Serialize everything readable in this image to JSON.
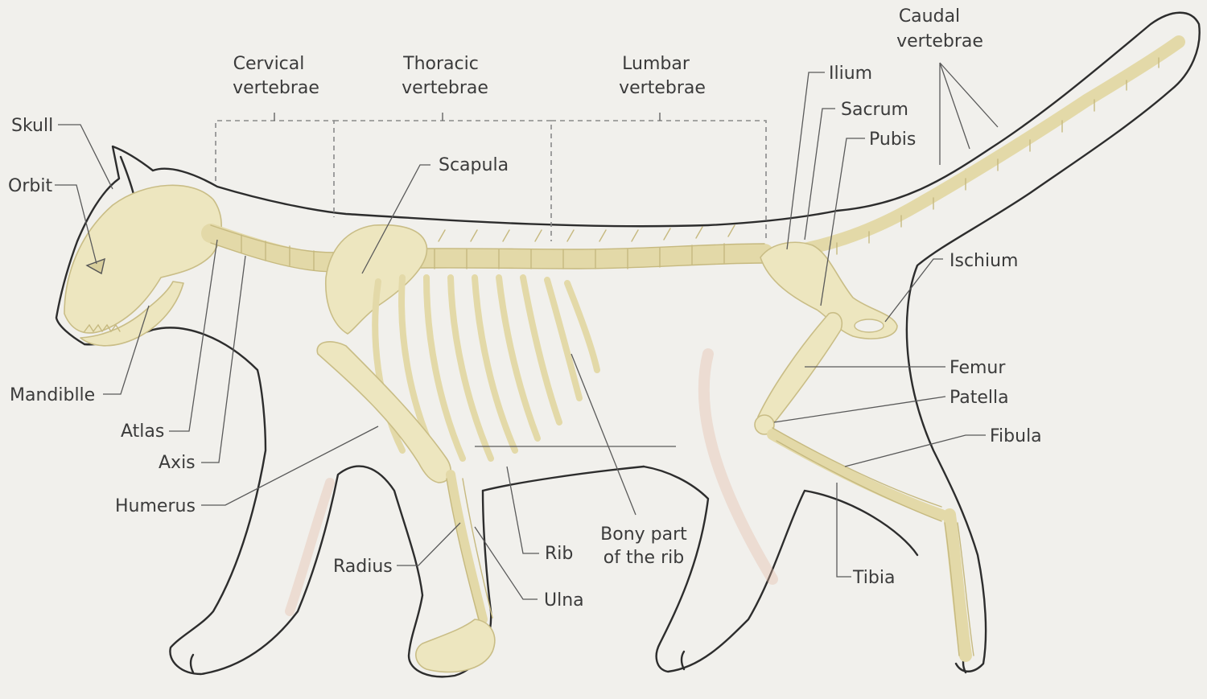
{
  "colors": {
    "background": "#f1f0ec",
    "bone": "#ede6bf",
    "outline": "#2d2d2d",
    "label": "#3b3b3b"
  },
  "regions": {
    "cervical": [
      "Cervical",
      "vertebrae"
    ],
    "thoracic": [
      "Thoracic",
      "vertebrae"
    ],
    "lumbar": [
      "Lumbar",
      "vertebrae"
    ],
    "caudal": [
      "Caudal",
      "vertebrae"
    ]
  },
  "labels": {
    "skull": "Skull",
    "orbit": "Orbit",
    "mandible": "Mandiblle",
    "atlas": "Atlas",
    "axis": "Axis",
    "humerus": "Humerus",
    "radius": "Radius",
    "scapula": "Scapula",
    "rib": "Rib",
    "ulna": "Ulna",
    "bony_part": [
      "Bony part",
      "of the rib"
    ],
    "ilium": "Ilium",
    "sacrum": "Sacrum",
    "pubis": "Pubis",
    "ischium": "Ischium",
    "femur": "Femur",
    "patella": "Patella",
    "fibula": "Fibula",
    "tibia": "Tibia"
  }
}
